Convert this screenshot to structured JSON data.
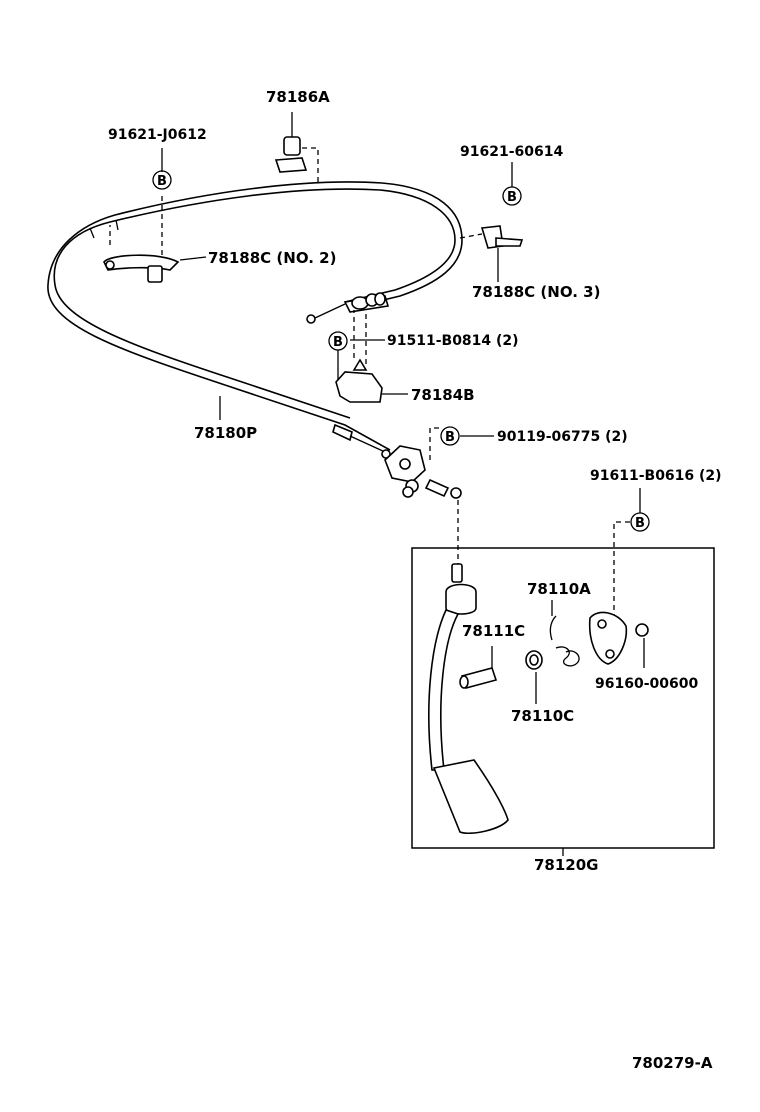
{
  "diagram": {
    "assembly_box_label": "78120G",
    "ref_id": "780279-A",
    "bolt_marker": "B",
    "labels": {
      "p78186A": "78186A",
      "p91621J0612": "91621-J0612",
      "p91621_60614": "91621-60614",
      "p78188C_no2": "78188C (NO. 2)",
      "p78188C_no3": "78188C (NO. 3)",
      "p91511B0814": "91511-B0814 (2)",
      "p78184B": "78184B",
      "p78180P": "78180P",
      "p90119_06775": "90119-06775 (2)",
      "p91611B0616": "91611-B0616 (2)",
      "p78110A": "78110A",
      "p78111C": "78111C",
      "p96160_00600": "96160-00600",
      "p78110C": "78110C"
    }
  }
}
